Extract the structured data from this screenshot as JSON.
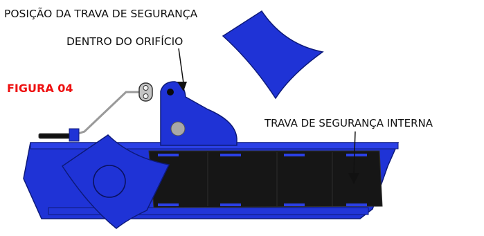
{
  "figure": {
    "title": "FIGURA 04",
    "title_color": "#ee1111"
  },
  "callouts": {
    "lock_position": "POSIÇÃO DA TRAVA DE SEGURANÇA",
    "inside_hole": "DENTRO DO ORIFÍCIO",
    "internal_lock": "TRAVA DE SEGURANÇA INTERNA"
  },
  "colors": {
    "frame_blue": "#1f33d6",
    "dark_blue": "#0f1f96",
    "inner_dark": "#151515",
    "pin_grey": "#a8a8a8",
    "rod_grey": "#9a9a9a"
  }
}
